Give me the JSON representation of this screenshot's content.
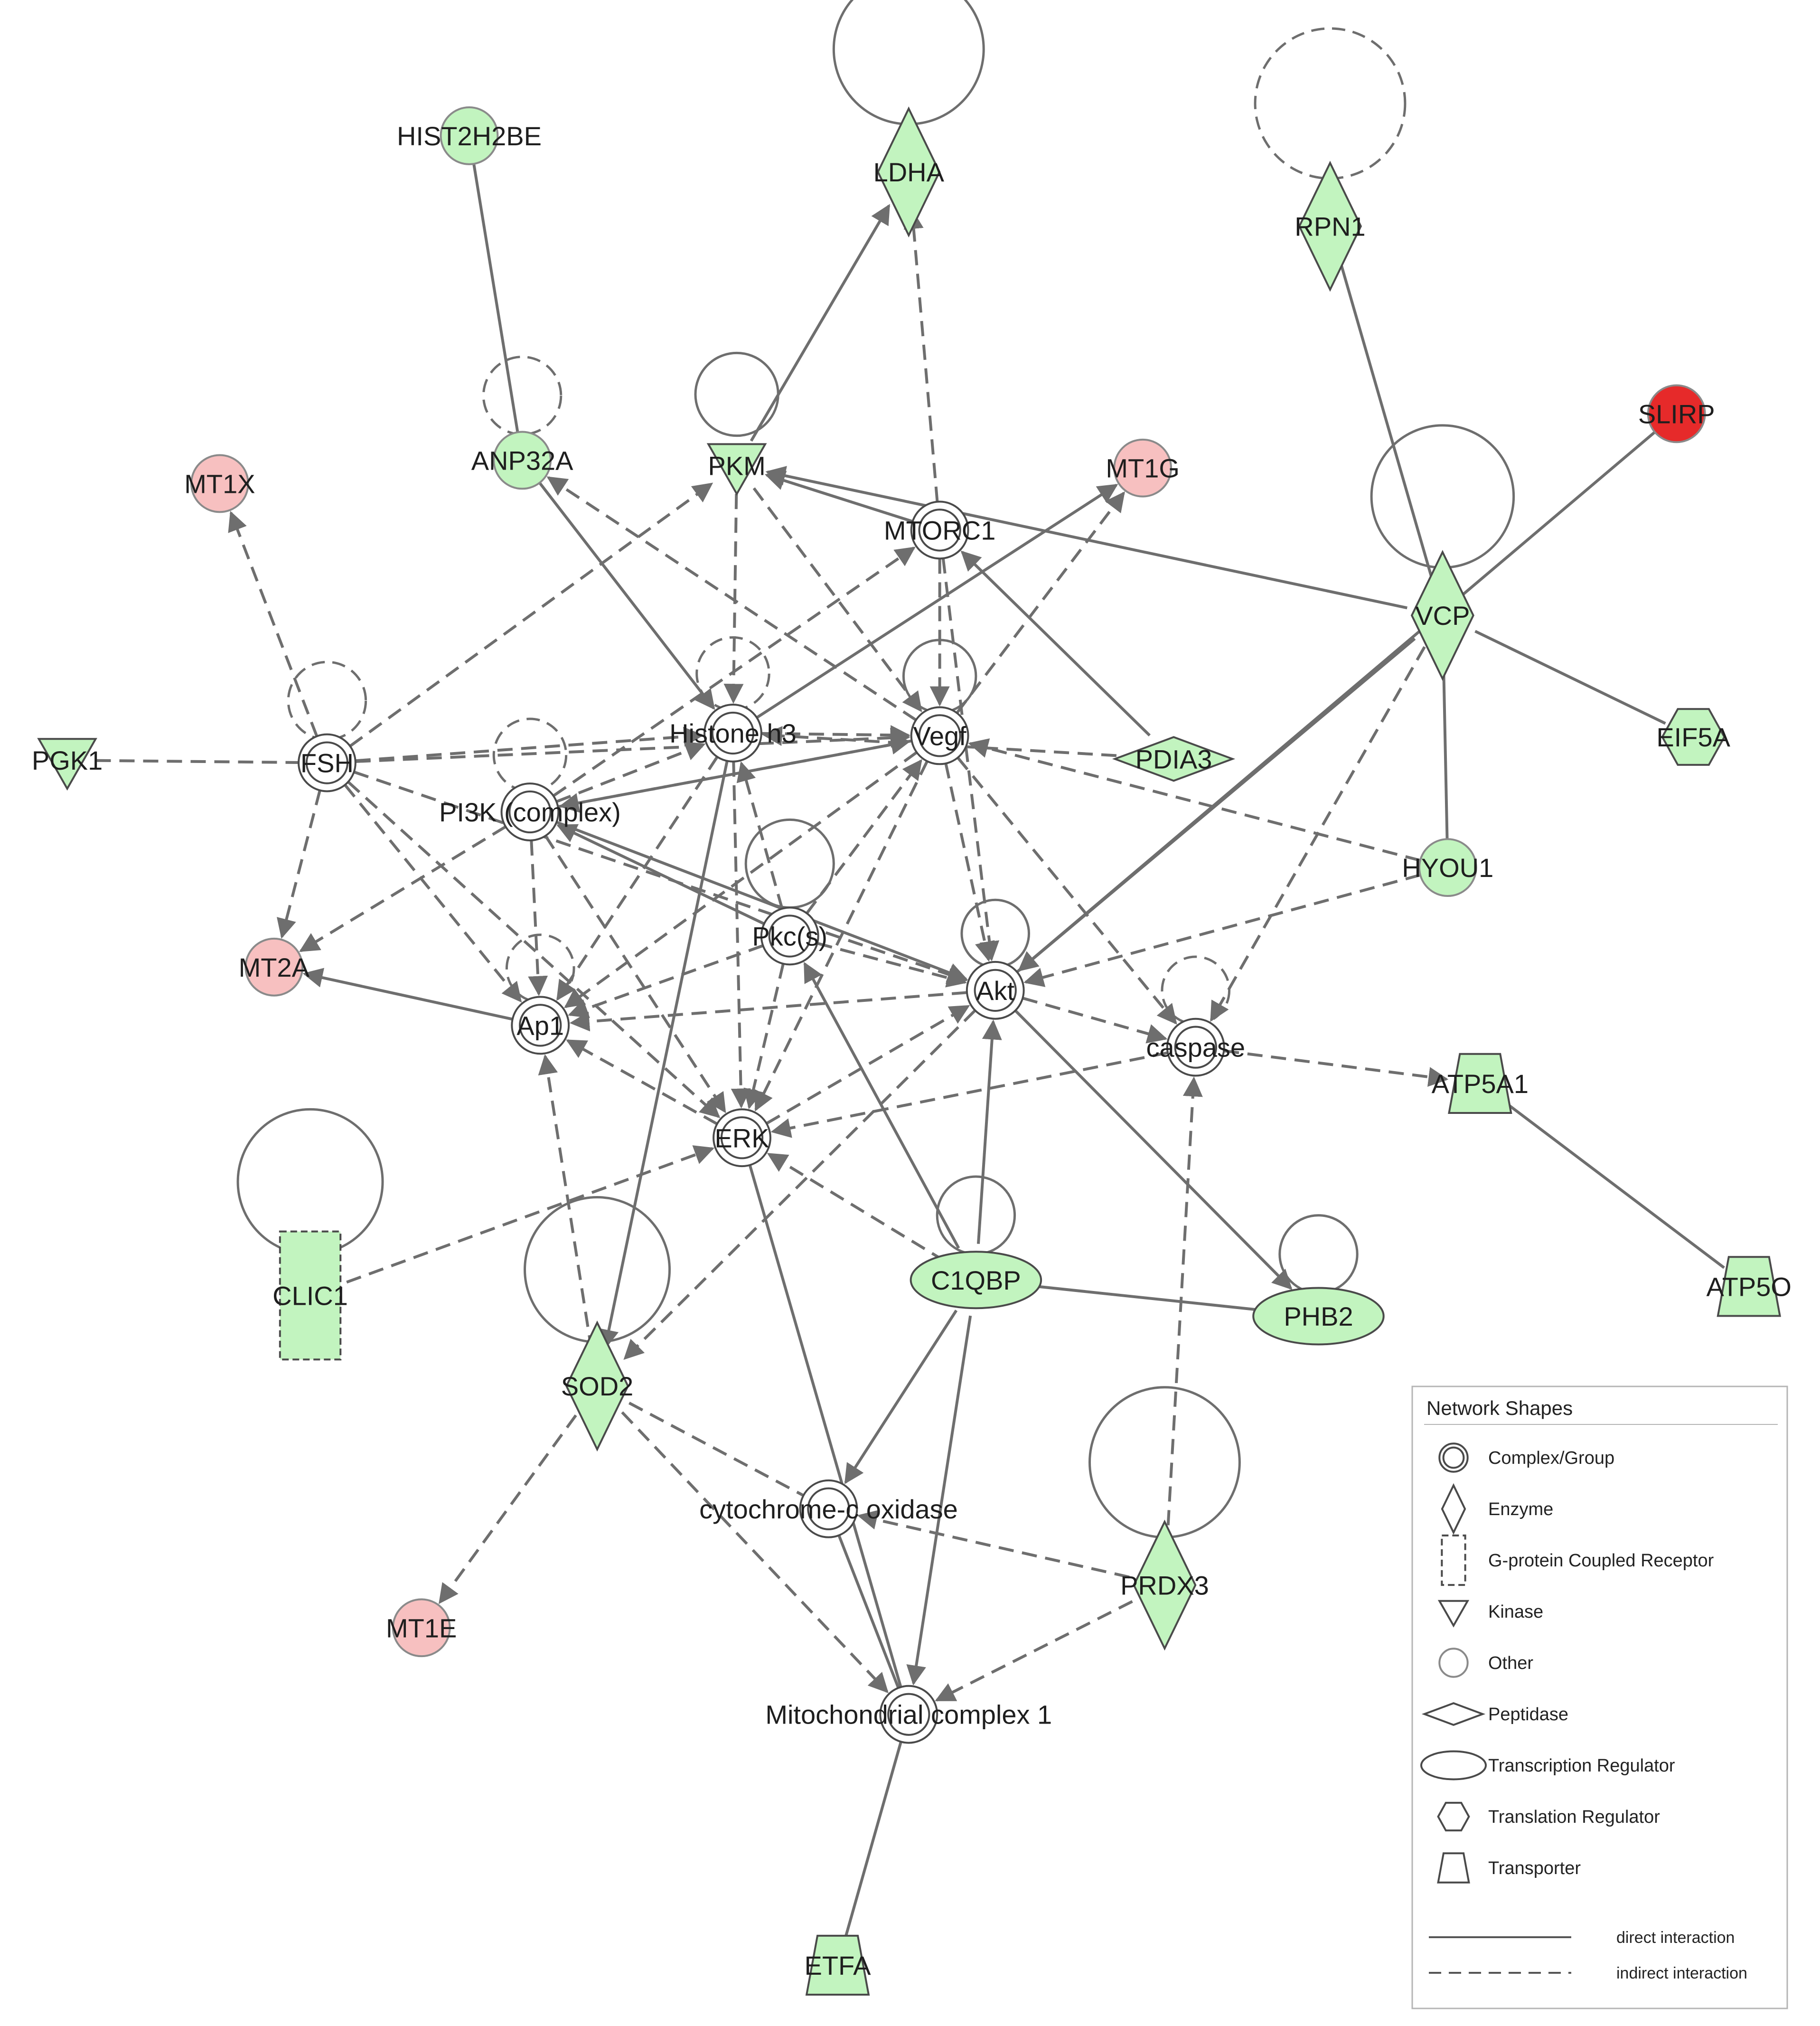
{
  "colors": {
    "green": "#c2f4bf",
    "light_red": "#f7c0c0",
    "red": "#e62a2a",
    "white": "#ffffff",
    "edge": "#6e6e6e",
    "node_stroke": "#4a4a4a"
  },
  "nodes": [
    {
      "id": "HIST2H2BE",
      "label": "HIST2H2BE",
      "shape": "circle",
      "fill": "green"
    },
    {
      "id": "LDHA",
      "label": "LDHA",
      "shape": "enzyme",
      "fill": "green"
    },
    {
      "id": "RPN1",
      "label": "RPN1",
      "shape": "enzyme",
      "fill": "green"
    },
    {
      "id": "SLIRP",
      "label": "SLIRP",
      "shape": "circle",
      "fill": "red"
    },
    {
      "id": "MT1X",
      "label": "MT1X",
      "shape": "circle",
      "fill": "light_red"
    },
    {
      "id": "ANP32A",
      "label": "ANP32A",
      "shape": "circle",
      "fill": "green"
    },
    {
      "id": "PKM",
      "label": "PKM",
      "shape": "kinase",
      "fill": "green"
    },
    {
      "id": "MT1G",
      "label": "MT1G",
      "shape": "circle",
      "fill": "light_red"
    },
    {
      "id": "MTORC1",
      "label": "MTORC1",
      "shape": "complex",
      "fill": "white"
    },
    {
      "id": "VCP",
      "label": "VCP",
      "shape": "enzyme",
      "fill": "green"
    },
    {
      "id": "PGK1",
      "label": "PGK1",
      "shape": "kinase",
      "fill": "green"
    },
    {
      "id": "FSH",
      "label": "FSH",
      "shape": "complex",
      "fill": "white"
    },
    {
      "id": "HistoneH3",
      "label": "Histone h3",
      "shape": "complex",
      "fill": "white"
    },
    {
      "id": "Vegf",
      "label": "Vegf",
      "shape": "complex",
      "fill": "white"
    },
    {
      "id": "PDIA3",
      "label": "PDIA3",
      "shape": "peptidase",
      "fill": "green"
    },
    {
      "id": "EIF5A",
      "label": "EIF5A",
      "shape": "translation",
      "fill": "green"
    },
    {
      "id": "PI3K",
      "label": "PI3K (complex)",
      "shape": "complex",
      "fill": "white"
    },
    {
      "id": "HYOU1",
      "label": "HYOU1",
      "shape": "circle",
      "fill": "green"
    },
    {
      "id": "MT2A",
      "label": "MT2A",
      "shape": "circle",
      "fill": "light_red"
    },
    {
      "id": "Pkcs",
      "label": "Pkc(s)",
      "shape": "complex",
      "fill": "white"
    },
    {
      "id": "Akt",
      "label": "Akt",
      "shape": "complex",
      "fill": "white"
    },
    {
      "id": "Ap1",
      "label": "Ap1",
      "shape": "complex",
      "fill": "white"
    },
    {
      "id": "caspase",
      "label": "caspase",
      "shape": "complex",
      "fill": "white"
    },
    {
      "id": "ATP5A1",
      "label": "ATP5A1",
      "shape": "transporter",
      "fill": "green"
    },
    {
      "id": "ERK",
      "label": "ERK",
      "shape": "complex",
      "fill": "white"
    },
    {
      "id": "CLIC1",
      "label": "CLIC1",
      "shape": "gpcr",
      "fill": "green"
    },
    {
      "id": "C1QBP",
      "label": "C1QBP",
      "shape": "ellipse",
      "fill": "green"
    },
    {
      "id": "PHB2",
      "label": "PHB2",
      "shape": "ellipse",
      "fill": "green"
    },
    {
      "id": "ATP5O",
      "label": "ATP5O",
      "shape": "transporter",
      "fill": "green"
    },
    {
      "id": "SOD2",
      "label": "SOD2",
      "shape": "enzyme",
      "fill": "green"
    },
    {
      "id": "cytochrome",
      "label": "cytochrome-c oxidase",
      "shape": "complex",
      "fill": "white"
    },
    {
      "id": "PRDX3",
      "label": "PRDX3",
      "shape": "enzyme",
      "fill": "green"
    },
    {
      "id": "MT1E",
      "label": "MT1E",
      "shape": "circle",
      "fill": "light_red"
    },
    {
      "id": "MitoComplex1",
      "label": "Mitochondrial complex 1",
      "shape": "complex",
      "fill": "white"
    },
    {
      "id": "ETFA",
      "label": "ETFA",
      "shape": "transporter",
      "fill": "green"
    }
  ],
  "edges": [
    {
      "from": "HIST2H2BE",
      "to": "ANP32A",
      "kind": "direct",
      "arrow": false
    },
    {
      "from": "PKM",
      "to": "LDHA",
      "kind": "direct",
      "arrow": true
    },
    {
      "from": "MTORC1",
      "to": "LDHA",
      "kind": "indirect",
      "arrow": true
    },
    {
      "from": "RPN1",
      "to": "VCP",
      "kind": "direct",
      "arrow": false
    },
    {
      "from": "SLIRP",
      "to": "Akt",
      "kind": "direct",
      "arrow": false
    },
    {
      "from": "FSH",
      "to": "MT1X",
      "kind": "indirect",
      "arrow": true
    },
    {
      "from": "ANP32A",
      "to": "HistoneH3",
      "kind": "direct",
      "arrow": true
    },
    {
      "from": "Vegf",
      "to": "ANP32A",
      "kind": "indirect",
      "arrow": true
    },
    {
      "from": "FSH",
      "to": "PKM",
      "kind": "indirect",
      "arrow": true
    },
    {
      "from": "MTORC1",
      "to": "PKM",
      "kind": "direct",
      "arrow": true
    },
    {
      "from": "VCP",
      "to": "PKM",
      "kind": "direct",
      "arrow": true
    },
    {
      "from": "PKM",
      "to": "HistoneH3",
      "kind": "indirect",
      "arrow": true
    },
    {
      "from": "PKM",
      "to": "Vegf",
      "kind": "indirect",
      "arrow": true
    },
    {
      "from": "HistoneH3",
      "to": "MT1G",
      "kind": "direct",
      "arrow": true
    },
    {
      "from": "Vegf",
      "to": "MT1G",
      "kind": "indirect",
      "arrow": true
    },
    {
      "from": "PDIA3",
      "to": "MTORC1",
      "kind": "direct",
      "arrow": true
    },
    {
      "from": "MTORC1",
      "to": "Vegf",
      "kind": "indirect",
      "arrow": true
    },
    {
      "from": "MTORC1",
      "to": "Akt",
      "kind": "indirect",
      "arrow": true
    },
    {
      "from": "PI3K",
      "to": "MTORC1",
      "kind": "indirect",
      "arrow": true
    },
    {
      "from": "VCP",
      "to": "EIF5A",
      "kind": "direct",
      "arrow": false
    },
    {
      "from": "VCP",
      "to": "HYOU1",
      "kind": "direct",
      "arrow": false
    },
    {
      "from": "VCP",
      "to": "Akt",
      "kind": "direct",
      "arrow": true
    },
    {
      "from": "VCP",
      "to": "caspase",
      "kind": "indirect",
      "arrow": true
    },
    {
      "from": "PGK1",
      "to": "FSH",
      "kind": "indirect",
      "arrow": false
    },
    {
      "from": "FSH",
      "to": "HistoneH3",
      "kind": "indirect",
      "arrow": true
    },
    {
      "from": "FSH",
      "to": "Vegf",
      "kind": "indirect",
      "arrow": true
    },
    {
      "from": "FSH",
      "to": "MT2A",
      "kind": "indirect",
      "arrow": true
    },
    {
      "from": "FSH",
      "to": "Ap1",
      "kind": "indirect",
      "arrow": true
    },
    {
      "from": "FSH",
      "to": "ERK",
      "kind": "indirect",
      "arrow": true
    },
    {
      "from": "FSH",
      "to": "Akt",
      "kind": "indirect",
      "arrow": true
    },
    {
      "from": "PI3K",
      "to": "HistoneH3",
      "kind": "indirect",
      "arrow": true
    },
    {
      "from": "PI3K",
      "to": "Vegf",
      "kind": "indirect",
      "arrow": true
    },
    {
      "from": "PI3K",
      "to": "MT2A",
      "kind": "indirect",
      "arrow": true
    },
    {
      "from": "PI3K",
      "to": "Ap1",
      "kind": "indirect",
      "arrow": true
    },
    {
      "from": "PI3K",
      "to": "Akt",
      "kind": "direct",
      "arrow": true
    },
    {
      "from": "PI3K",
      "to": "ERK",
      "kind": "indirect",
      "arrow": true
    },
    {
      "from": "PDIA3",
      "to": "HistoneH3",
      "kind": "indirect",
      "arrow": true
    },
    {
      "from": "HYOU1",
      "to": "Vegf",
      "kind": "indirect",
      "arrow": true
    },
    {
      "from": "HYOU1",
      "to": "Akt",
      "kind": "indirect",
      "arrow": true
    },
    {
      "from": "Vegf",
      "to": "Akt",
      "kind": "indirect",
      "arrow": true
    },
    {
      "from": "Vegf",
      "to": "Ap1",
      "kind": "indirect",
      "arrow": true
    },
    {
      "from": "Vegf",
      "to": "ERK",
      "kind": "indirect",
      "arrow": true
    },
    {
      "from": "Vegf",
      "to": "caspase",
      "kind": "indirect",
      "arrow": true
    },
    {
      "from": "Vegf",
      "to": "PI3K",
      "kind": "indirect",
      "arrow": true
    },
    {
      "from": "HistoneH3",
      "to": "Vegf",
      "kind": "indirect",
      "arrow": true
    },
    {
      "from": "HistoneH3",
      "to": "Ap1",
      "kind": "indirect",
      "arrow": true
    },
    {
      "from": "HistoneH3",
      "to": "ERK",
      "kind": "indirect",
      "arrow": true
    },
    {
      "from": "HistoneH3",
      "to": "SOD2",
      "kind": "direct",
      "arrow": true
    },
    {
      "from": "Pkcs",
      "to": "HistoneH3",
      "kind": "indirect",
      "arrow": true
    },
    {
      "from": "Pkcs",
      "to": "Vegf",
      "kind": "indirect",
      "arrow": true
    },
    {
      "from": "Pkcs",
      "to": "Ap1",
      "kind": "indirect",
      "arrow": true
    },
    {
      "from": "Pkcs",
      "to": "ERK",
      "kind": "indirect",
      "arrow": true
    },
    {
      "from": "Pkcs",
      "to": "Akt",
      "kind": "indirect",
      "arrow": true
    },
    {
      "from": "Pkcs",
      "to": "PI3K",
      "kind": "direct",
      "arrow": true
    },
    {
      "from": "Akt",
      "to": "Ap1",
      "kind": "indirect",
      "arrow": true
    },
    {
      "from": "Akt",
      "to": "caspase",
      "kind": "indirect",
      "arrow": true
    },
    {
      "from": "Akt",
      "to": "PHB2",
      "kind": "direct",
      "arrow": true
    },
    {
      "from": "Akt",
      "to": "SOD2",
      "kind": "indirect",
      "arrow": true
    },
    {
      "from": "Ap1",
      "to": "MT2A",
      "kind": "direct",
      "arrow": true
    },
    {
      "from": "ERK",
      "to": "Ap1",
      "kind": "indirect",
      "arrow": true
    },
    {
      "from": "ERK",
      "to": "Akt",
      "kind": "indirect",
      "arrow": true
    },
    {
      "from": "caspase",
      "to": "ERK",
      "kind": "indirect",
      "arrow": true
    },
    {
      "from": "caspase",
      "to": "ATP5A1",
      "kind": "indirect",
      "arrow": true
    },
    {
      "from": "ATP5A1",
      "to": "ATP5O",
      "kind": "direct",
      "arrow": false
    },
    {
      "from": "CLIC1",
      "to": "ERK",
      "kind": "indirect",
      "arrow": true
    },
    {
      "from": "C1QBP",
      "to": "ERK",
      "kind": "indirect",
      "arrow": true
    },
    {
      "from": "C1QBP",
      "to": "Pkcs",
      "kind": "direct",
      "arrow": true
    },
    {
      "from": "C1QBP",
      "to": "Akt",
      "kind": "direct",
      "arrow": true
    },
    {
      "from": "C1QBP",
      "to": "PHB2",
      "kind": "direct",
      "arrow": false
    },
    {
      "from": "C1QBP",
      "to": "cytochrome",
      "kind": "direct",
      "arrow": true
    },
    {
      "from": "C1QBP",
      "to": "MitoComplex1",
      "kind": "direct",
      "arrow": true
    },
    {
      "from": "SOD2",
      "to": "Ap1",
      "kind": "indirect",
      "arrow": true
    },
    {
      "from": "SOD2",
      "to": "MT1E",
      "kind": "indirect",
      "arrow": true
    },
    {
      "from": "SOD2",
      "to": "cytochrome",
      "kind": "indirect",
      "arrow": false
    },
    {
      "from": "SOD2",
      "to": "MitoComplex1",
      "kind": "indirect",
      "arrow": true
    },
    {
      "from": "ERK",
      "to": "MitoComplex1",
      "kind": "direct",
      "arrow": false
    },
    {
      "from": "PRDX3",
      "to": "caspase",
      "kind": "indirect",
      "arrow": true
    },
    {
      "from": "PRDX3",
      "to": "cytochrome",
      "kind": "indirect",
      "arrow": true
    },
    {
      "from": "PRDX3",
      "to": "MitoComplex1",
      "kind": "indirect",
      "arrow": true
    },
    {
      "from": "cytochrome",
      "to": "MitoComplex1",
      "kind": "direct",
      "arrow": false
    },
    {
      "from": "MitoComplex1",
      "to": "ETFA",
      "kind": "direct",
      "arrow": false
    }
  ],
  "self_loops": [
    {
      "node": "LDHA",
      "kind": "direct"
    },
    {
      "node": "RPN1",
      "kind": "indirect"
    },
    {
      "node": "ANP32A",
      "kind": "indirect"
    },
    {
      "node": "PKM",
      "kind": "direct"
    },
    {
      "node": "VCP",
      "kind": "direct"
    },
    {
      "node": "FSH",
      "kind": "indirect"
    },
    {
      "node": "HistoneH3",
      "kind": "indirect"
    },
    {
      "node": "Vegf",
      "kind": "direct"
    },
    {
      "node": "PI3K",
      "kind": "indirect"
    },
    {
      "node": "Pkcs",
      "kind": "direct"
    },
    {
      "node": "Akt",
      "kind": "direct"
    },
    {
      "node": "Ap1",
      "kind": "indirect"
    },
    {
      "node": "caspase",
      "kind": "indirect"
    },
    {
      "node": "CLIC1",
      "kind": "direct"
    },
    {
      "node": "C1QBP",
      "kind": "direct"
    },
    {
      "node": "PHB2",
      "kind": "direct"
    },
    {
      "node": "SOD2",
      "kind": "direct"
    },
    {
      "node": "PRDX3",
      "kind": "direct"
    }
  ],
  "legend": {
    "title": "Network Shapes",
    "items": [
      {
        "shape": "complex",
        "label": "Complex/Group"
      },
      {
        "shape": "enzyme",
        "label": "Enzyme"
      },
      {
        "shape": "gpcr",
        "label": "G-protein Coupled Receptor"
      },
      {
        "shape": "kinase",
        "label": "Kinase"
      },
      {
        "shape": "circle",
        "label": "Other"
      },
      {
        "shape": "peptidase",
        "label": "Peptidase"
      },
      {
        "shape": "ellipse",
        "label": "Transcription Regulator"
      },
      {
        "shape": "translation",
        "label": "Translation Regulator"
      },
      {
        "shape": "transporter",
        "label": "Transporter"
      }
    ],
    "direct_label": "direct interaction",
    "indirect_label": "indirect interaction"
  }
}
